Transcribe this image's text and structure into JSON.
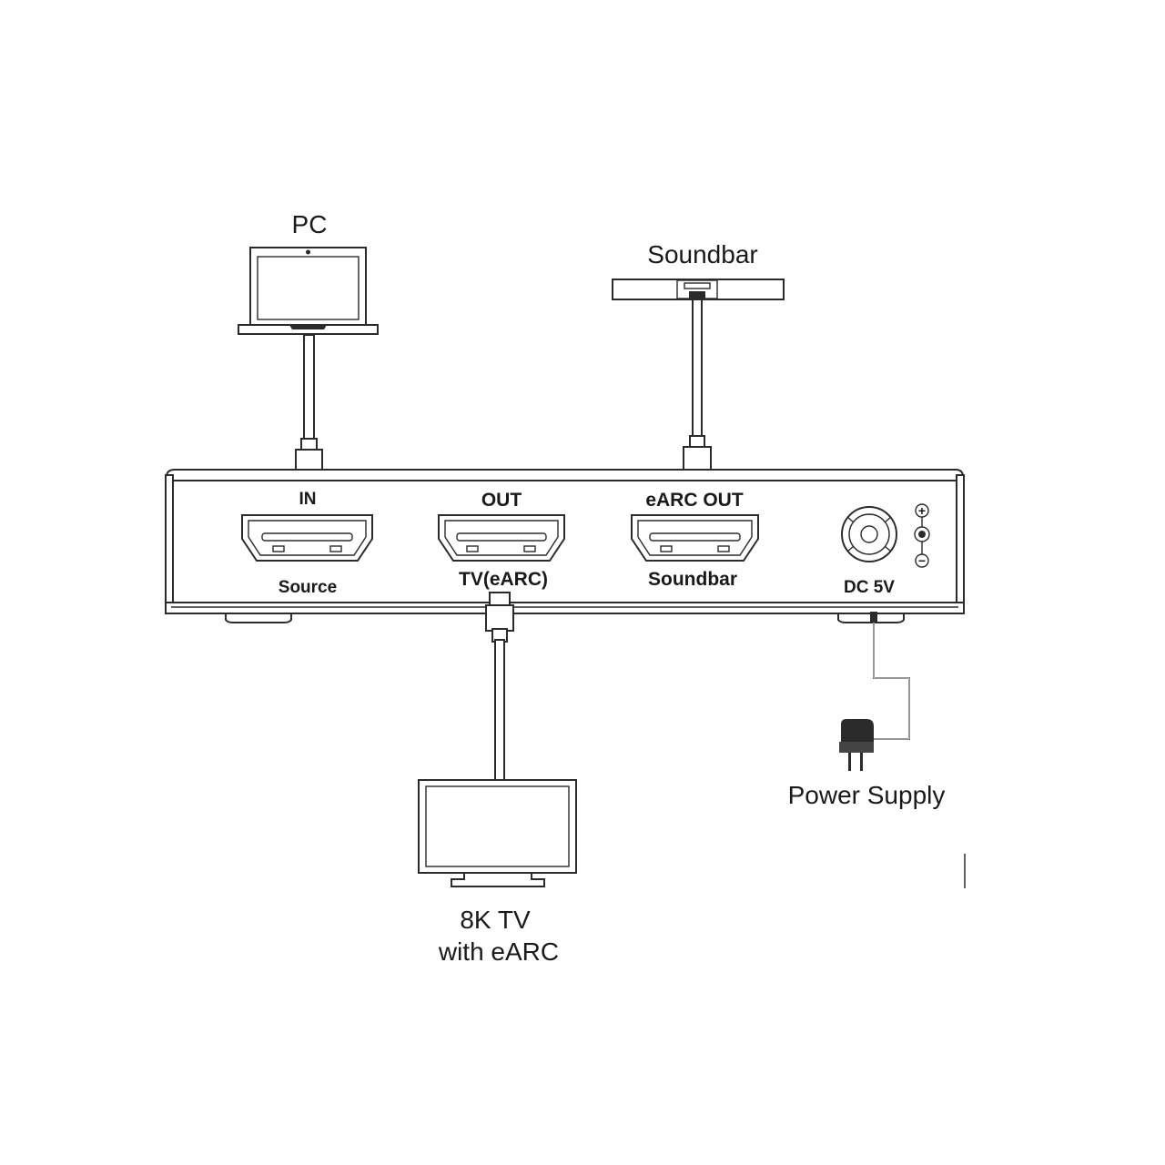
{
  "devices": {
    "pc": "PC",
    "soundbar": "Soundbar",
    "tv_line1": "8K TV",
    "tv_line2": "with eARC",
    "power_supply": "Power Supply"
  },
  "ports": {
    "in": "IN",
    "in_sub": "Source",
    "out": "OUT",
    "out_sub": "TV(eARC)",
    "earc_out": "eARC OUT",
    "earc_out_sub": "Soundbar",
    "dc": "DC 5V"
  },
  "polarity": {
    "plus": "+",
    "minus": "−"
  }
}
